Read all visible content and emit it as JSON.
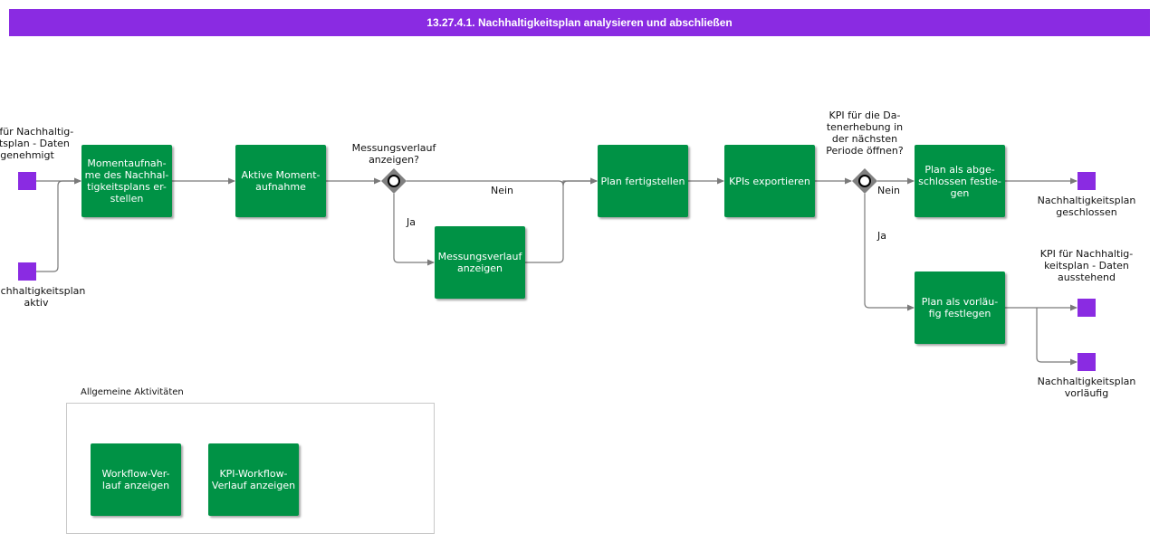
{
  "title": "13.27.4.1. Nachhaltigkeitsplan analysieren und abschließen",
  "colors": {
    "title_bar": "#8a2be2",
    "task": "#009245",
    "event": "#8a2be2",
    "gateway": "#808080"
  },
  "events": {
    "start_approved": "KPI für Nachhaltig-\nkeitsplan - Daten\ngenehmigt",
    "start_active": "Nachhaltigkeitsplan\naktiv",
    "end_closed": "Nachhaltigkeitsplan\ngeschlossen",
    "end_pending": "KPI für Nachhaltig-\nkeitsplan - Daten\nausstehend",
    "end_provisional": "Nachhaltigkeitsplan\nvorläufig"
  },
  "tasks": {
    "snapshot": "Momentaufnah-\nme des Nachhal-\ntigkeitsplans er-\nstellen",
    "active_snapshot": "Aktive Moment-\naufnahme",
    "show_history": "Messungsverlauf\nanzeigen",
    "finalize": "Plan fertigstellen",
    "export_kpis": "KPIs exportieren",
    "set_closed": "Plan als abge-\nschlossen festle-\ngen",
    "set_provisional": "Plan als vorläu-\nfig festlegen"
  },
  "gateways": {
    "show_history_q": "Messungsverlauf\nanzeigen?",
    "next_period_q": "KPI für die Da-\ntenerhebung in\nder nächsten\nPeriode öffnen?"
  },
  "edge_labels": {
    "nein_1": "Nein",
    "ja_1": "Ja",
    "nein_2": "Nein",
    "ja_2": "Ja"
  },
  "group": {
    "title": "Allgemeine Aktivitäten",
    "tasks": {
      "workflow_history": "Workflow-Ver-\nlauf anzeigen",
      "kpi_workflow_history": "KPI-Workflow-\nVerlauf anzeigen"
    }
  }
}
